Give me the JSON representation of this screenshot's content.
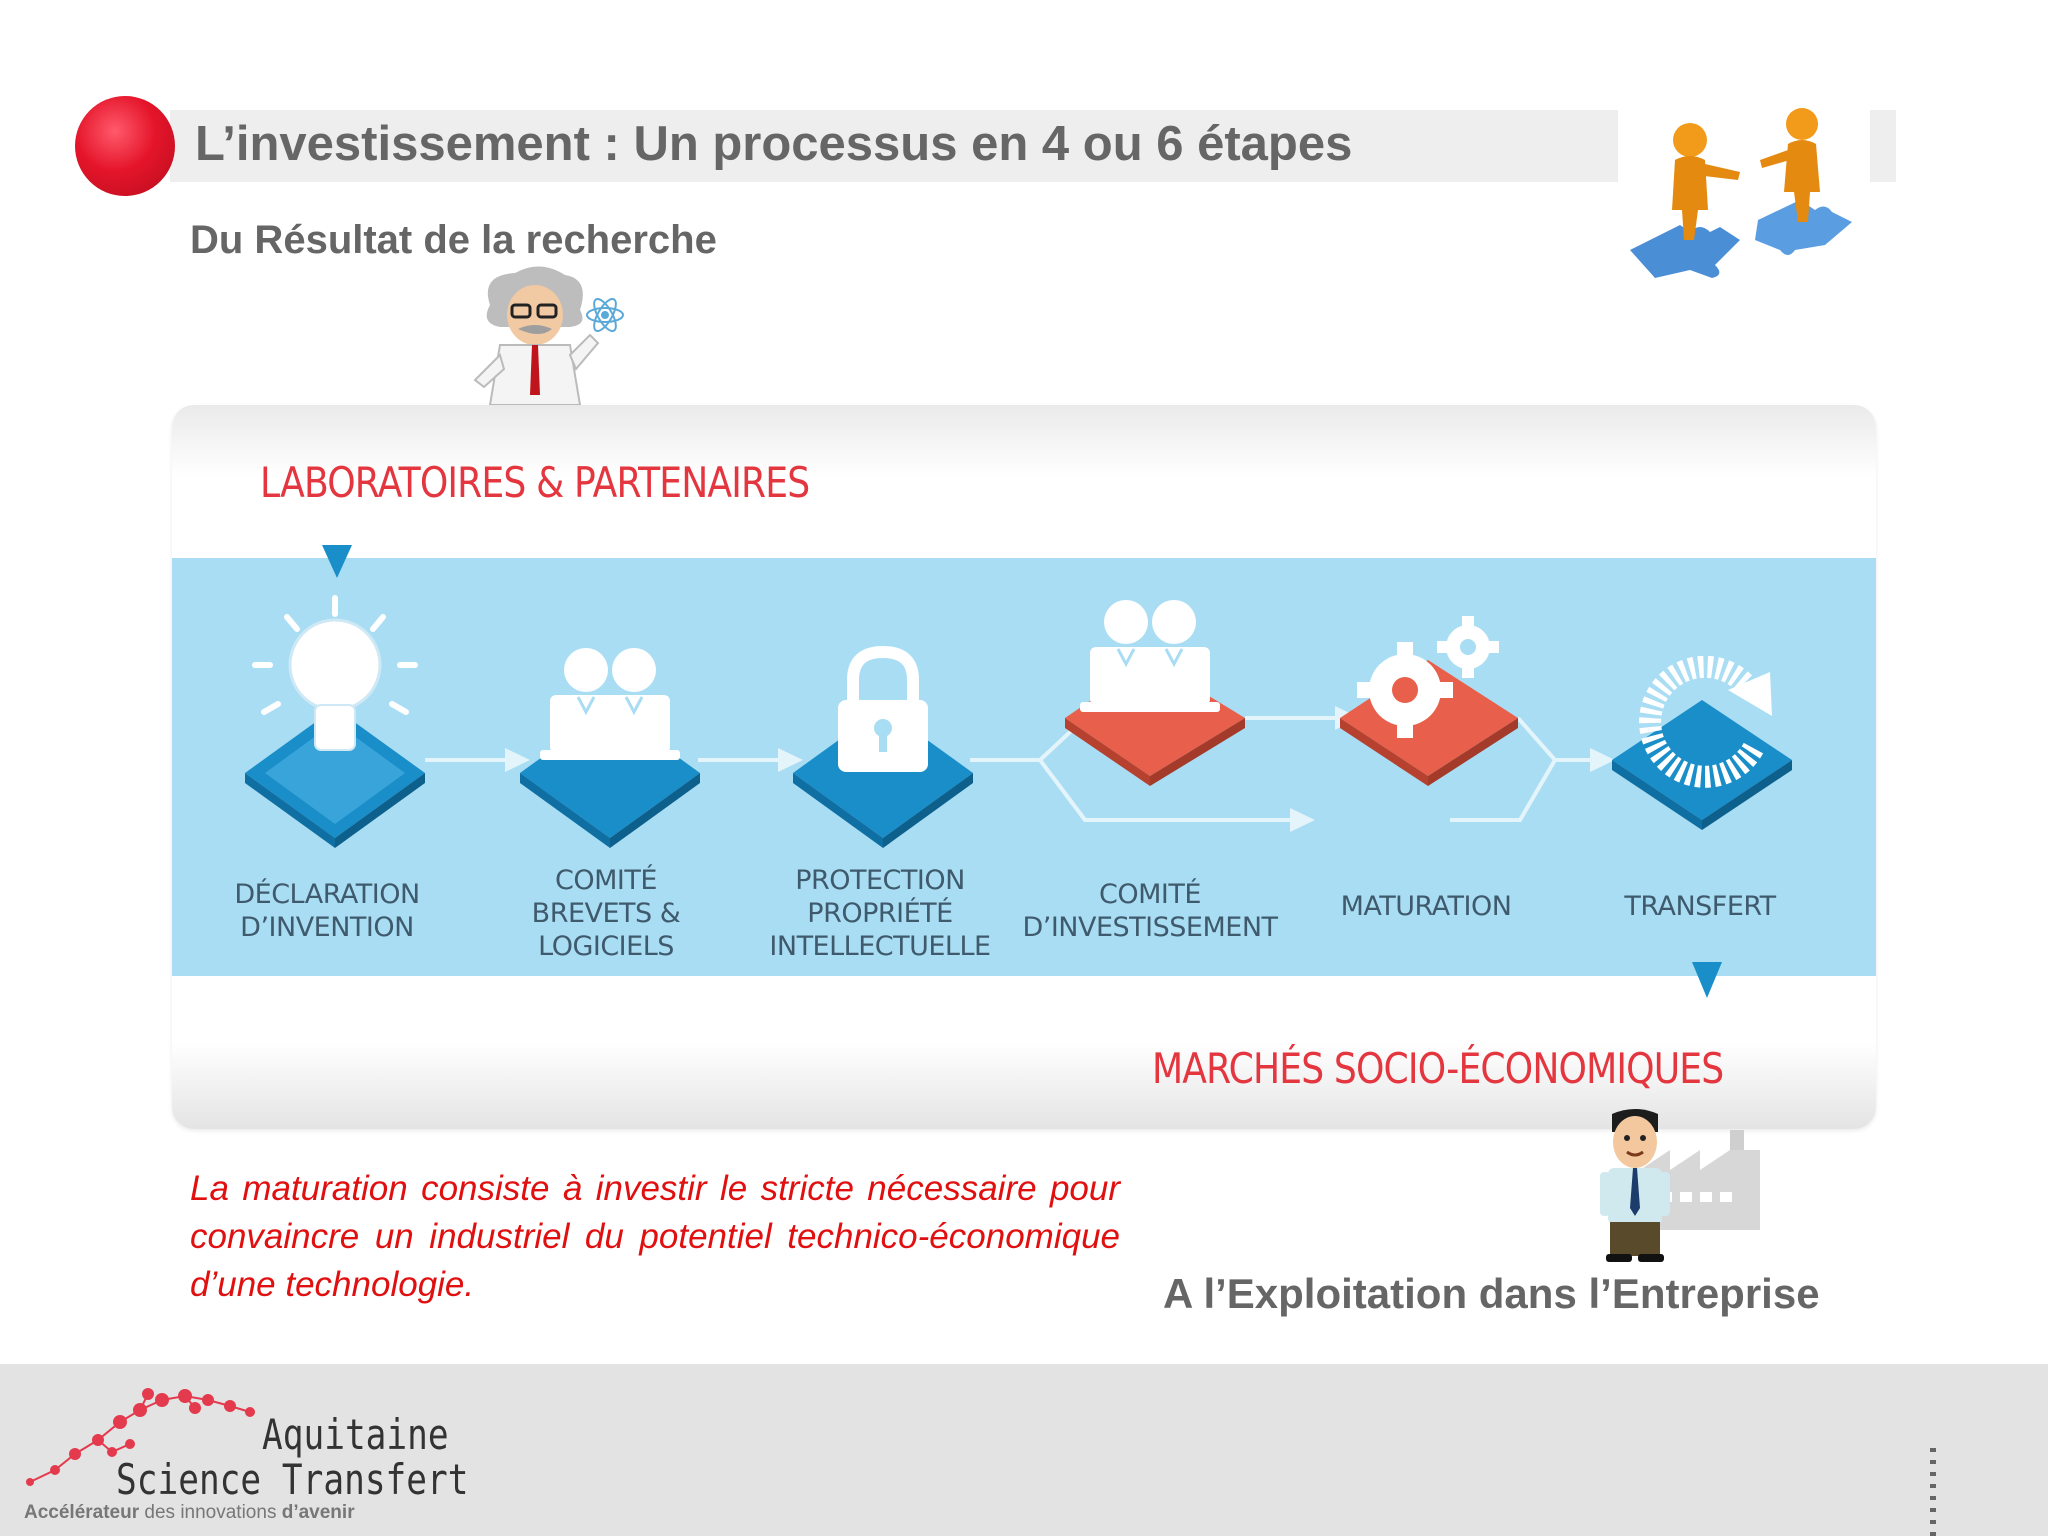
{
  "slide": {
    "title": "L’investissement : Un processus en 4 ou 6 étapes",
    "subtitle_top": "Du Résultat de la recherche",
    "subtitle_bottom": "A l’Exploitation dans l’Entreprise",
    "note": "La maturation consiste à investir le stricte nécessaire pour convaincre un industriel du potentiel technico-économique d’une technologie."
  },
  "diagram": {
    "top_label": "LABORATOIRES & PARTENAIRES",
    "bottom_label": "MARCHÉS SOCIO-ÉCONOMIQUES",
    "steps": [
      {
        "label": "DÉCLARATION\nD’INVENTION",
        "icon": "lightbulb-icon",
        "tile": "blue"
      },
      {
        "label": "COMITÉ\nBREVETS &\nLOGICIELS",
        "icon": "committee-icon",
        "tile": "blue"
      },
      {
        "label": "PROTECTION\nPROPRIÉTÉ\nINTELLECTUELLE",
        "icon": "padlock-icon",
        "tile": "blue"
      },
      {
        "label": "COMITÉ\nD’INVESTISSEMENT",
        "icon": "committee-icon",
        "tile": "red"
      },
      {
        "label": "MATURATION",
        "icon": "gears-icon",
        "tile": "red"
      },
      {
        "label": "TRANSFERT",
        "icon": "transfer-icon",
        "tile": "blue"
      }
    ],
    "colors": {
      "band": "#a9ddf3",
      "tile_blue": "#1a8ec9",
      "tile_red": "#e8604c",
      "label_red": "#e3363f",
      "arrow": "#d8eff9"
    }
  },
  "footer": {
    "logo_line1": "Aquitaine",
    "logo_line2": "Science Transfert",
    "tagline_prefix": "Accélérateur",
    "tagline_middle": " des innovations ",
    "tagline_suffix": "d’avenir"
  },
  "illustrations": [
    "scientist-icon",
    "puzzle-people-icon",
    "businessman-icon",
    "factory-icon"
  ]
}
